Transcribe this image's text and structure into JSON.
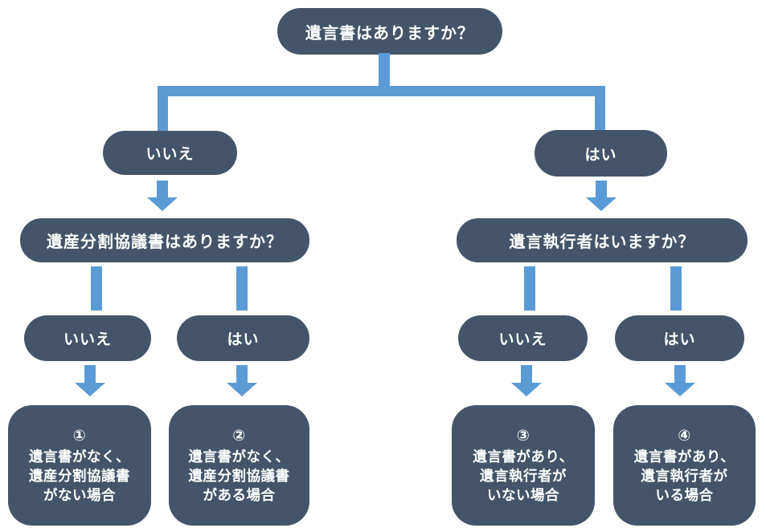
{
  "colors": {
    "node_background": "#44546A",
    "connector_blue": "#5B9BD5",
    "node_text": "#FFFFFF",
    "page_background": "#FFFFFF"
  },
  "diagram": {
    "root_question": "遺言書はありますか？",
    "branch_no": {
      "answer": "いいえ",
      "question": "遺産分割協議書はありますか？",
      "answer_no": "いいえ",
      "answer_yes": "はい",
      "result_no": {
        "number": "①",
        "lines": [
          "遺言書がなく、",
          "遺産分割協議書",
          "がない場合"
        ]
      },
      "result_yes": {
        "number": "②",
        "lines": [
          "遺言書がなく、",
          "遺産分割協議書",
          "がある場合"
        ]
      }
    },
    "branch_yes": {
      "answer": "はい",
      "question": "遺言執行者はいますか？",
      "answer_no": "いいえ",
      "answer_yes": "はい",
      "result_no": {
        "number": "③",
        "lines": [
          "遺言書があり、",
          "遺言執行者が",
          "いない場合"
        ]
      },
      "result_yes": {
        "number": "④",
        "lines": [
          "遺言書があり、",
          "遺言執行者が",
          "いる場合"
        ]
      }
    }
  }
}
